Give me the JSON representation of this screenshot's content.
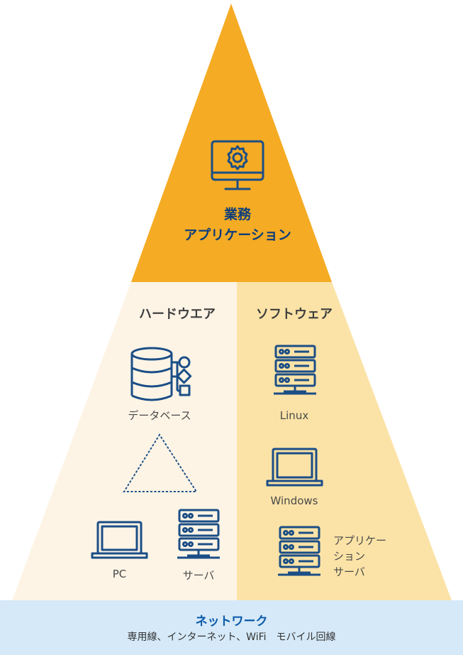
{
  "top": {
    "title_line1": "業務",
    "title_line2": "アプリケーション",
    "icon": "monitor-gear-icon"
  },
  "hardware": {
    "heading": "ハードウエア",
    "database_label": "データベース",
    "database_icon": "database-icon",
    "pc_label": "PC",
    "pc_icon": "laptop-icon",
    "server_label": "サーバ",
    "server_icon": "server-icon"
  },
  "software": {
    "heading": "ソフトウェア",
    "linux_label": "Linux",
    "windows_label": "Windows",
    "appserver_lines": [
      "アプリケー",
      "ション",
      "サーバ"
    ]
  },
  "network": {
    "title": "ネットワーク",
    "subtitle": "専用線、インターネット、WiFi　モバイル回線"
  },
  "colors": {
    "top": "#f5ab24",
    "hardware": "#fdf4e6",
    "software": "#fbe3a7",
    "network": "#d5e9f8",
    "icon": "#1b4e86"
  }
}
